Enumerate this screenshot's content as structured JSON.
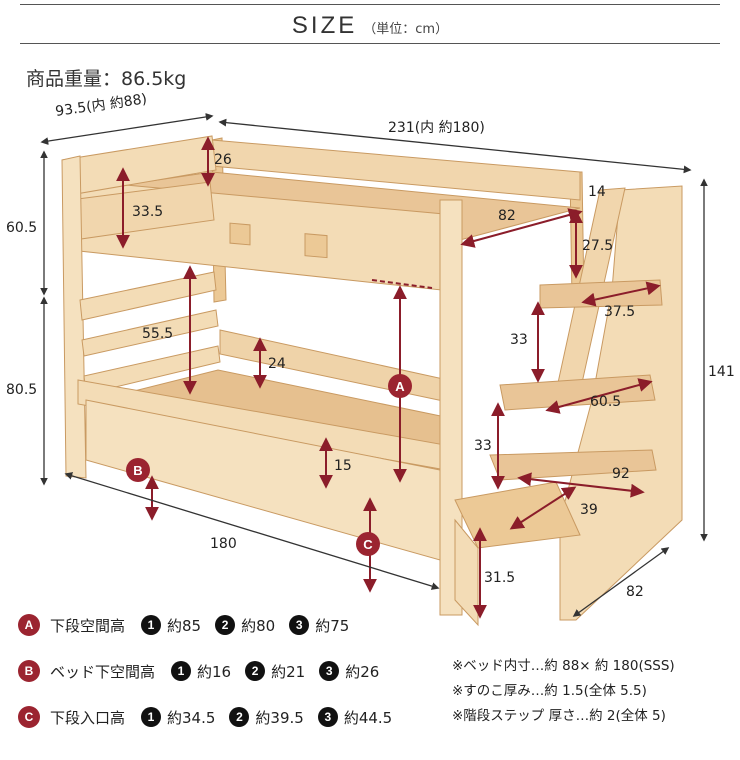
{
  "header": {
    "title": "SIZE",
    "unit": "（単位：cm）"
  },
  "weight": "商品重量：86.5kg",
  "dimensions": {
    "width_top": "93.5(内 約88)",
    "length_top": "231(内 約180)",
    "upper_height": "60.5",
    "lower_height": "80.5",
    "total_height": "141",
    "rail_26": "26",
    "rail_33_5": "33.5",
    "upper_inner_82": "82",
    "post_14": "14",
    "step_27_5": "27.5",
    "step_37_5": "37.5",
    "step_33_a": "33",
    "step_60_5": "60.5",
    "step_33_b": "33",
    "step_92": "92",
    "step_39": "39",
    "step_31_5": "31.5",
    "stair_82": "82",
    "lower_55_5": "55.5",
    "lower_24": "24",
    "lower_15": "15",
    "length_bottom": "180",
    "label_a": "A",
    "label_b": "B",
    "label_c": "C"
  },
  "legend": [
    {
      "badge": "A",
      "label": "下段空間高",
      "items": [
        {
          "n": "1",
          "v": "約85"
        },
        {
          "n": "2",
          "v": "約80"
        },
        {
          "n": "3",
          "v": "約75"
        }
      ]
    },
    {
      "badge": "B",
      "label": "ベッド下空間高",
      "items": [
        {
          "n": "1",
          "v": "約16"
        },
        {
          "n": "2",
          "v": "約21"
        },
        {
          "n": "3",
          "v": "約26"
        }
      ]
    },
    {
      "badge": "C",
      "label": "下段入口高",
      "items": [
        {
          "n": "1",
          "v": "約34.5"
        },
        {
          "n": "2",
          "v": "約39.5"
        },
        {
          "n": "3",
          "v": "約44.5"
        }
      ]
    }
  ],
  "notes": [
    "※ベッド内寸…約 88× 約 180(SSS)",
    "※すのこ厚み…約 1.5(全体 5.5)",
    "※階段ステップ 厚さ…約 2(全体 5)"
  ],
  "colors": {
    "wood_light": "#f3dcb6",
    "wood_mid": "#e6c08f",
    "wood_dark": "#c99a62",
    "arrow": "#8b1d2a",
    "badge": "#9b2430"
  }
}
